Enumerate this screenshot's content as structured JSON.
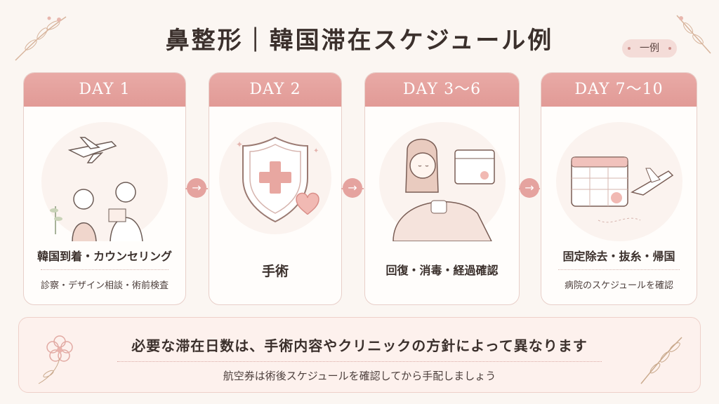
{
  "title": "鼻整形｜韓国滞在スケジュール例",
  "badge": "一例",
  "steps": [
    {
      "day": "DAY 1",
      "title": "韓国到着・カウンセリング",
      "sub": "診察・デザイン相談・術前検査",
      "icon": "airplane-consultation-illustration"
    },
    {
      "day": "DAY 2",
      "title": "手術",
      "sub": "",
      "icon": "shield-heart-icon"
    },
    {
      "day": "DAY 3〜6",
      "title": "回復・消毒・経過確認",
      "sub": "",
      "icon": "resting-woman-calendar-illustration"
    },
    {
      "day": "DAY 7〜10",
      "title": "固定除去・抜糸・帰国",
      "sub": "病院のスケジュールを確認",
      "icon": "calendar-airplane-illustration"
    }
  ],
  "note": {
    "main": "必要な滞在日数は、手術内容やクリニックの方針によって異なります",
    "sub": "航空券は術後スケジュールを確認してから手配しましょう"
  },
  "colors": {
    "accent": "#e5a39f",
    "header": "#e19a96",
    "background": "#fbf6f2",
    "text": "#3b302c"
  }
}
